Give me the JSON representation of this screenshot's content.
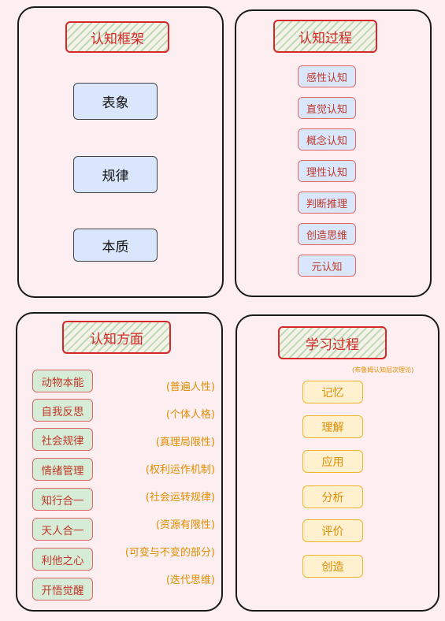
{
  "framework": {
    "title": "认知框架",
    "items": [
      "表象",
      "规律",
      "本质"
    ]
  },
  "process": {
    "title": "认知过程",
    "items": [
      "感性认知",
      "直觉认知",
      "概念认知",
      "理性认知",
      "判断推理",
      "创造思维",
      "元认知"
    ]
  },
  "aspects": {
    "title": "认知方面",
    "items": [
      "动物本能",
      "自我反思",
      "社会规律",
      "情绪管理",
      "知行合一",
      "天人合一",
      "利他之心",
      "开悟觉醒"
    ],
    "notes": [
      "(普遍人性)",
      "(个体人格)",
      "(真理局限性)",
      "(权利运作机制)",
      "(社会运转规律)",
      "(资源有限性)",
      "(可变与不变的部分)",
      "(迭代思维)"
    ]
  },
  "learning": {
    "title": "学习过程",
    "hint": "(布鲁姆认知层次理论)",
    "items": [
      "记忆",
      "理解",
      "应用",
      "分析",
      "评价",
      "创造"
    ]
  },
  "colors": {
    "background": "#fdeef2",
    "title_border": "#d62828",
    "blue_fill": "#dae6fb",
    "green_fill": "#d6ecd6",
    "yellow_fill": "#fff0cf",
    "orange_text": "#e08e00"
  }
}
